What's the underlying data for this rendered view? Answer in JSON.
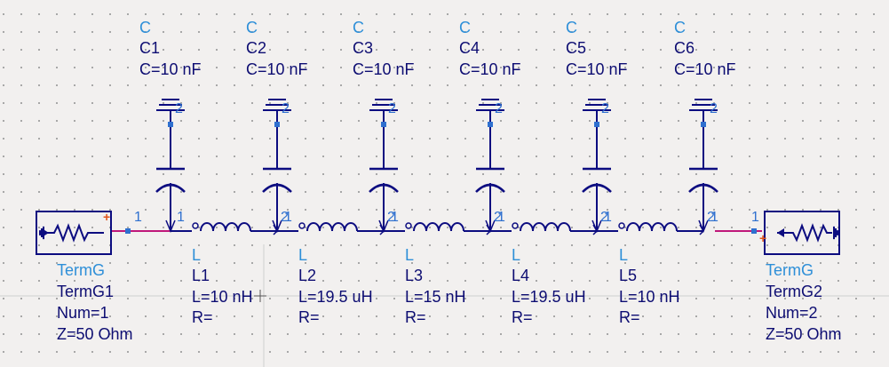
{
  "capacitors": [
    {
      "type": "C",
      "name": "C1",
      "value": "C=10 nF"
    },
    {
      "type": "C",
      "name": "C2",
      "value": "C=10 nF"
    },
    {
      "type": "C",
      "name": "C3",
      "value": "C=10 nF"
    },
    {
      "type": "C",
      "name": "C4",
      "value": "C=10 nF"
    },
    {
      "type": "C",
      "name": "C5",
      "value": "C=10 nF"
    },
    {
      "type": "C",
      "name": "C6",
      "value": "C=10 nF"
    }
  ],
  "inductors": [
    {
      "type": "L",
      "name": "L1",
      "value": "L=10 nH",
      "r": "R="
    },
    {
      "type": "L",
      "name": "L2",
      "value": "L=19.5 uH",
      "r": "R="
    },
    {
      "type": "L",
      "name": "L3",
      "value": "L=15 nH",
      "r": "R="
    },
    {
      "type": "L",
      "name": "L4",
      "value": "L=19.5 uH",
      "r": "R="
    },
    {
      "type": "L",
      "name": "L5",
      "value": "L=10 nH",
      "r": "R="
    }
  ],
  "terms": [
    {
      "type": "TermG",
      "name": "TermG1",
      "num": "Num=1",
      "z": "Z=50 Ohm"
    },
    {
      "type": "TermG",
      "name": "TermG2",
      "num": "Num=2",
      "z": "Z=50 Ohm"
    }
  ],
  "pins": {
    "one": "1",
    "two": "2",
    "plus": "+"
  },
  "colors": {
    "wire": "#0c0c80",
    "term_wire": "#c0187a",
    "label": "#0d0d72",
    "type_label": "#2e8fd8",
    "pin_number": "#2f70cf",
    "grid": "#9a9a9a",
    "background": "#f2f0ef",
    "plus_marker": "#e0551c"
  }
}
